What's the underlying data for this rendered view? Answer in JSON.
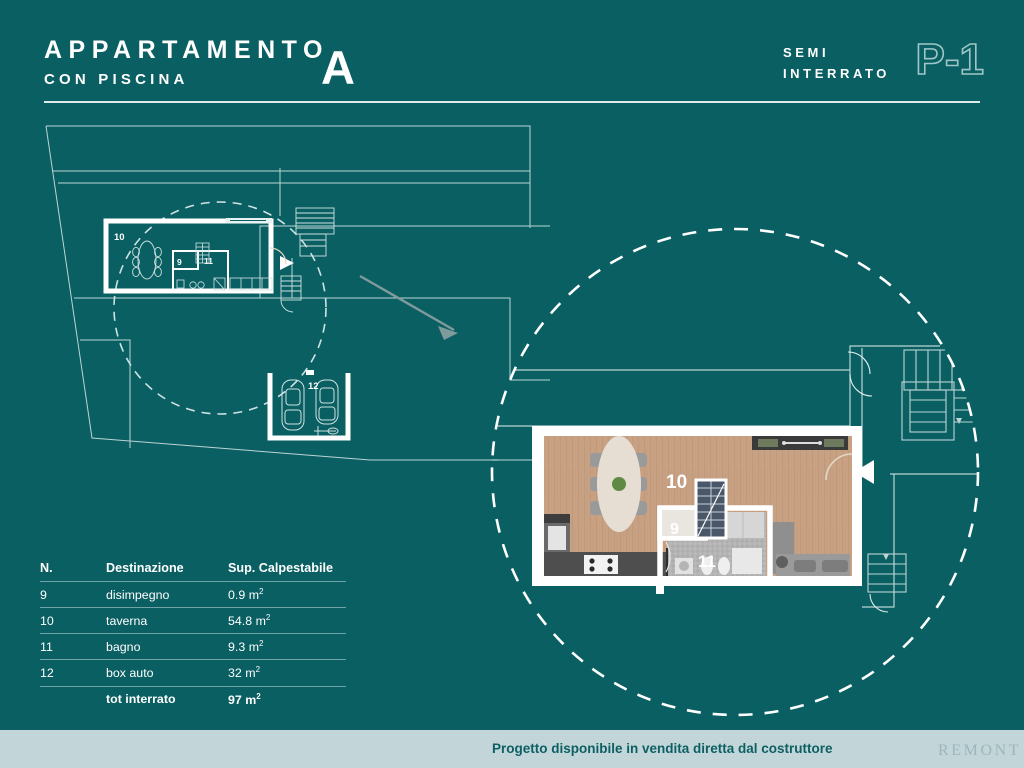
{
  "header": {
    "title_main": "APPARTAMENTO",
    "title_sub": "CON PISCINA",
    "unit_letter": "A",
    "floor_line1": "SEMI",
    "floor_line2": "INTERRATO",
    "floor_badge": "P-1"
  },
  "footer": {
    "text": "Progetto disponibile in vendita diretta dal costruttore",
    "logo": "REMONT"
  },
  "legend": {
    "headers": [
      "N.",
      "Destinazione",
      "Sup. Calpestabile"
    ],
    "rows": [
      {
        "n": "9",
        "dest": "disimpegno",
        "area": "0.9",
        "unit": "m"
      },
      {
        "n": "10",
        "dest": "taverna",
        "area": "54.8",
        "unit": "m"
      },
      {
        "n": "11",
        "dest": "bagno",
        "area": "9.3",
        "unit": "m"
      },
      {
        "n": "12",
        "dest": "box auto",
        "area": "32",
        "unit": "m"
      }
    ],
    "total": {
      "label": "tot interrato",
      "area": "97",
      "unit": "m"
    },
    "sup_exponent": "2"
  },
  "overview_plan": {
    "room_labels": [
      {
        "id": "10",
        "text": "10"
      },
      {
        "id": "9",
        "text": "9"
      },
      {
        "id": "11",
        "text": "11"
      },
      {
        "id": "12",
        "text": "12"
      }
    ]
  },
  "detail_plan": {
    "room_labels": [
      {
        "id": "10",
        "text": "10"
      },
      {
        "id": "9",
        "text": "9"
      },
      {
        "id": "11",
        "text": "11"
      }
    ]
  },
  "colors": {
    "background_teal": "#0a5f63",
    "line_white": "#ffffff",
    "line_pale": "#9fc6c6",
    "footer_bg": "#c2d6d9",
    "footer_text": "#0d5f63",
    "floor_wood": "#c8a183",
    "floor_tile": "#b9b9b9",
    "arrow_gray": "#7f9a9b"
  }
}
